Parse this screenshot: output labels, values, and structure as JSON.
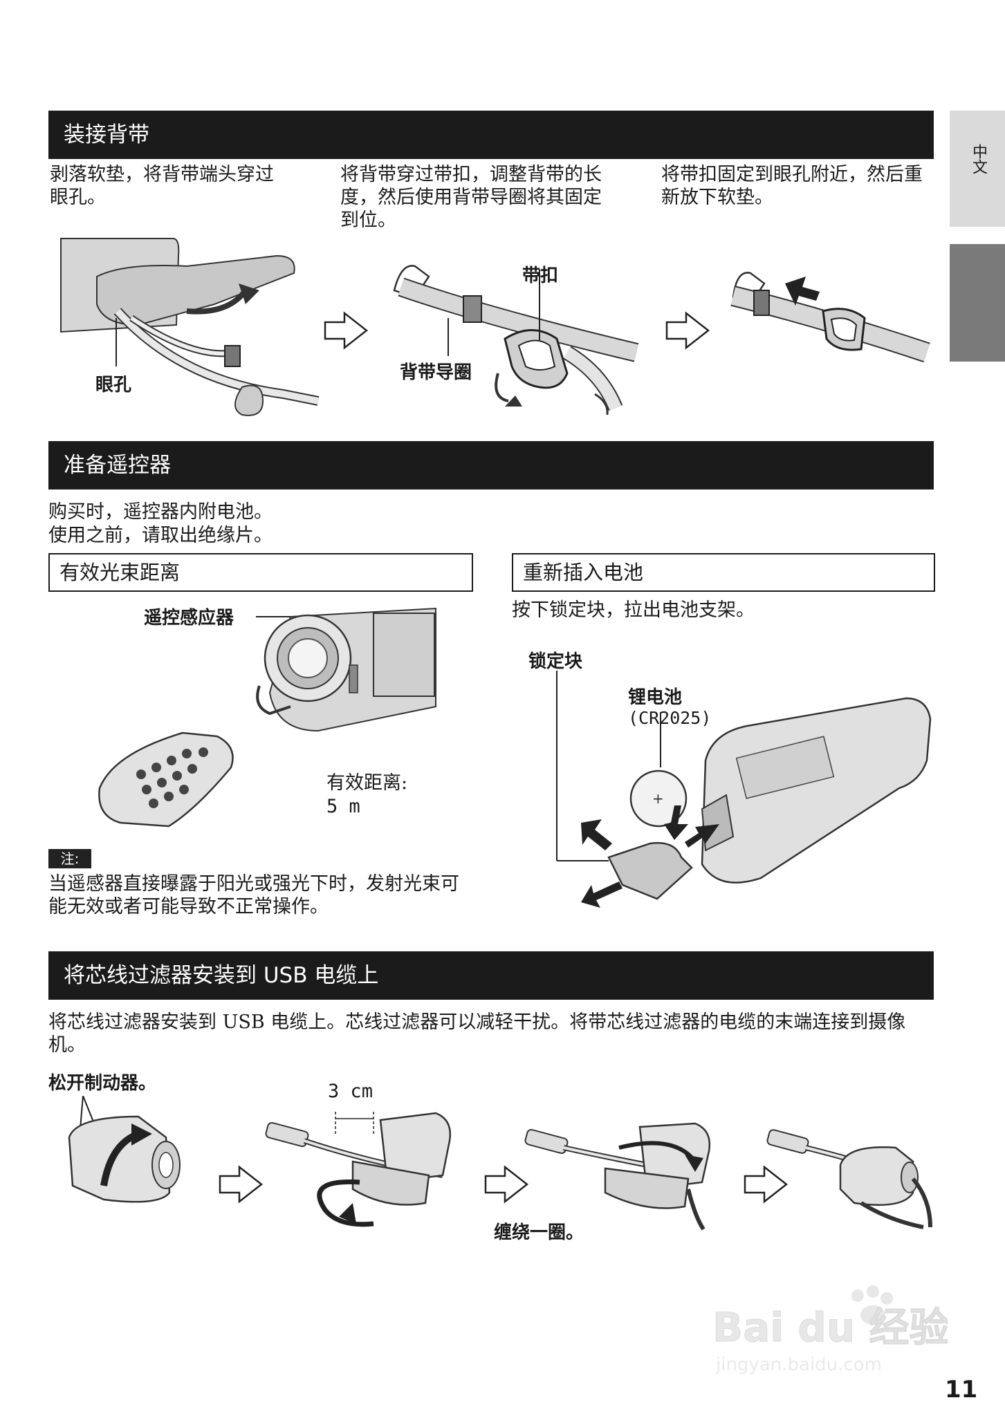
{
  "side_tab": {
    "label": "中文"
  },
  "section1": {
    "title": "装接背带",
    "step1": "剥落软垫，将背带端头穿过眼孔。",
    "step2": "将背带穿过带扣，调整背带的长度，然后使用背带导圈将其固定到位。",
    "step3": "将带扣固定到眼孔附近，然后重新放下软垫。",
    "label_eyelet": "眼孔",
    "label_buckle": "带扣",
    "label_guide": "背带导圈"
  },
  "section2": {
    "title": "准备遥控器",
    "intro_line1": "购买时，遥控器内附电池。",
    "intro_line2": "使用之前，请取出绝缘片。",
    "left_box_title": "有效光束距离",
    "label_sensor": "遥控感应器",
    "range_label": "有效距离:",
    "range_value": "5 m",
    "note_tag": "注:",
    "note_text": "当遥感器直接曝露于阳光或强光下时，发射光束可能无效或者可能导致不正常操作。",
    "right_box_title": "重新插入电池",
    "right_instruction": "按下锁定块，拉出电池支架。",
    "label_lock": "锁定块",
    "label_battery": "锂电池",
    "label_battery_model": "(CR2025)"
  },
  "section3": {
    "title": "将芯线过滤器安装到 USB 电缆上",
    "description": "将芯线过滤器安装到 USB 电缆上。芯线过滤器可以减轻干扰。将带芯线过滤器的电缆的末端连接到摄像机。",
    "label_release": "松开制动器。",
    "label_3cm": "3 cm",
    "label_wrap": "缠绕一圈。"
  },
  "watermark": {
    "brand": "Bai du 经验",
    "url": "jingyan.baidu.com"
  },
  "page_number": "11"
}
